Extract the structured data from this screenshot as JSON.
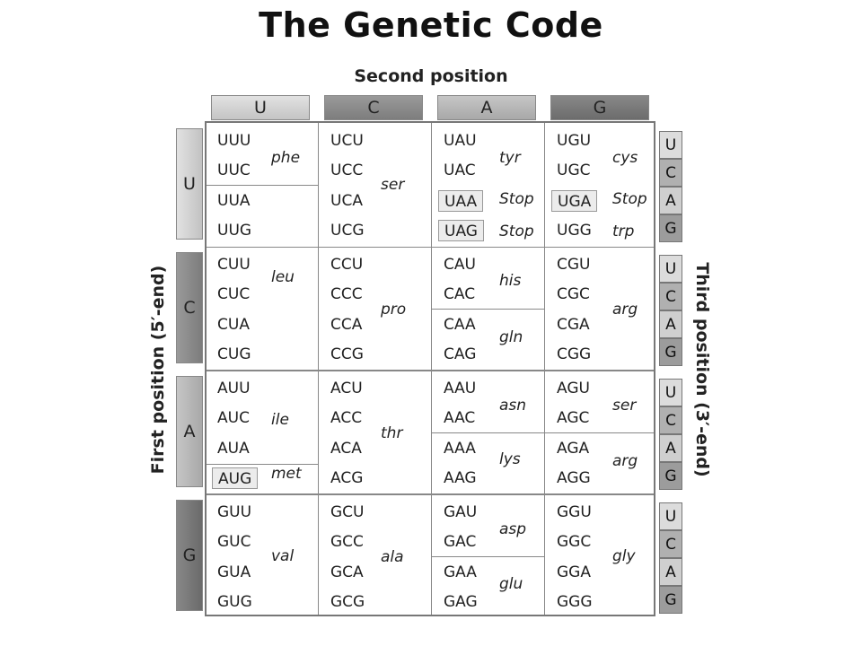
{
  "title": "The Genetic Code",
  "axes": {
    "second_position": "Second position",
    "first_position": "First position (5′-end)",
    "third_position": "Third position (3′-end)"
  },
  "bases": [
    "U",
    "C",
    "A",
    "G"
  ],
  "colors": {
    "u_tab": "#d4d4d4",
    "c_tab": "#8d8d8d",
    "a_tab": "#b8b8b8",
    "g_tab": "#7a7a7a"
  },
  "codons": [
    [
      [
        "UUU",
        "UUC",
        "UUA",
        "UUG"
      ],
      [
        "UCU",
        "UCC",
        "UCA",
        "UCG"
      ],
      [
        "UAU",
        "UAC",
        "UAA",
        "UAG"
      ],
      [
        "UGU",
        "UGC",
        "UGA",
        "UGG"
      ]
    ],
    [
      [
        "CUU",
        "CUC",
        "CUA",
        "CUG"
      ],
      [
        "CCU",
        "CCC",
        "CCA",
        "CCG"
      ],
      [
        "CAU",
        "CAC",
        "CAA",
        "CAG"
      ],
      [
        "CGU",
        "CGC",
        "CGA",
        "CGG"
      ]
    ],
    [
      [
        "AUU",
        "AUC",
        "AUA",
        "AUG"
      ],
      [
        "ACU",
        "ACC",
        "ACA",
        "ACG"
      ],
      [
        "AAU",
        "AAC",
        "AAA",
        "AAG"
      ],
      [
        "AGU",
        "AGC",
        "AGA",
        "AGG"
      ]
    ],
    [
      [
        "GUU",
        "GUC",
        "GUA",
        "GUG"
      ],
      [
        "GCU",
        "GCC",
        "GCA",
        "GCG"
      ],
      [
        "GAU",
        "GAC",
        "GAA",
        "GAG"
      ],
      [
        "GGU",
        "GGC",
        "GGA",
        "GGG"
      ]
    ]
  ],
  "amino_acids": {
    "phe": "phe",
    "leu": "leu",
    "ile": "ile",
    "met": "met",
    "val": "val",
    "ser": "ser",
    "pro": "pro",
    "thr": "thr",
    "ala": "ala",
    "tyr": "tyr",
    "stop": "Stop",
    "his": "his",
    "gln": "gln",
    "asn": "asn",
    "lys": "lys",
    "asp": "asp",
    "glu": "glu",
    "cys": "cys",
    "trp": "trp",
    "arg": "arg",
    "ser2": "ser",
    "arg2": "arg",
    "gly": "gly"
  }
}
